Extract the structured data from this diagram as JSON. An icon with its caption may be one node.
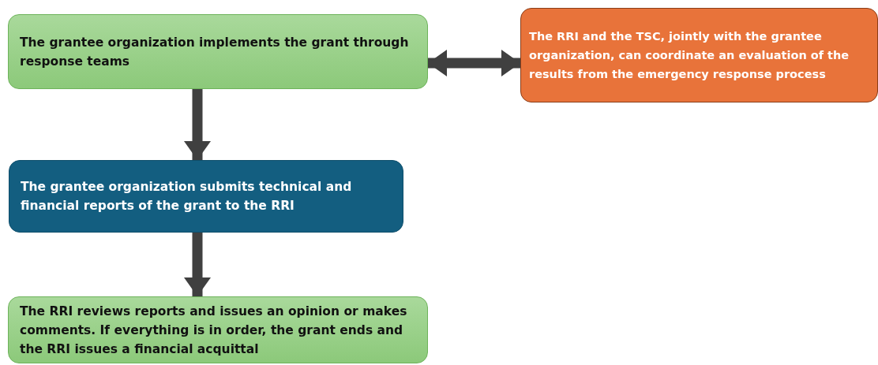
{
  "diagram": {
    "nodes": [
      {
        "text": [
          "The grantee organization implements the grant through response teams"
        ]
      },
      {
        "text": [
          "The RRI and the TSC, jointly with the grantee organization, can coordinate an evaluation of the results from the emergency response process"
        ]
      },
      {
        "text": [
          "The grantee organization submits technical and financial reports of the grant to the RRI"
        ]
      },
      {
        "text": [
          "The RRI reviews reports and issues an opinion or makes comments. If everything is in order, the grant ends and the RRI issues a financial acquittal"
        ]
      }
    ],
    "edges": [
      {
        "from": 0,
        "to": 1,
        "arrow": "both"
      },
      {
        "from": 0,
        "to": 2,
        "arrow": "to"
      },
      {
        "from": 2,
        "to": 3,
        "arrow": "to"
      }
    ]
  }
}
